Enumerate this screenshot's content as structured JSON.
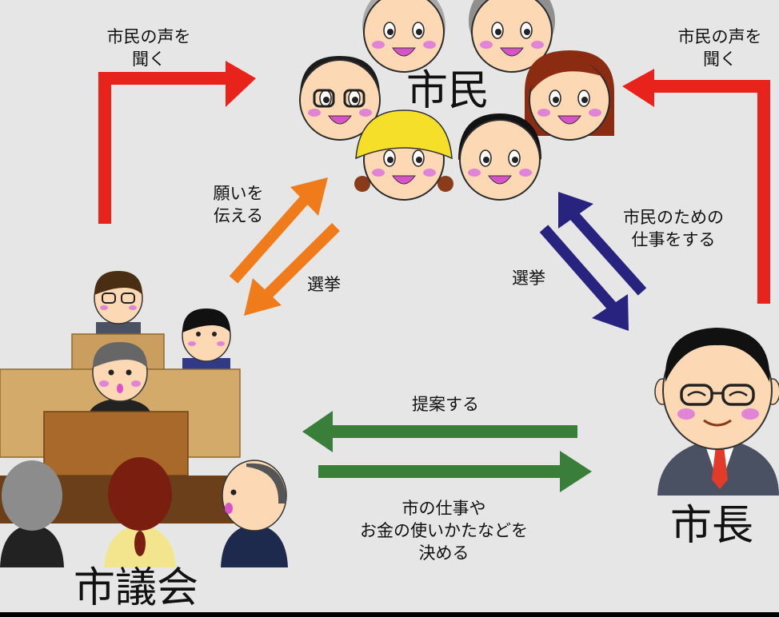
{
  "title_citizens": "市民",
  "title_mayor": "市長",
  "title_council": "市議会",
  "labels": {
    "listen_left": "市民の声を\n聞く",
    "listen_right": "市民の声を\n聞く",
    "wish": "願いを\n伝える",
    "election_left": "選挙",
    "election_right": "選挙",
    "work_for_citizens": "市民のための\n仕事をする",
    "propose": "提案する",
    "decide": "市の仕事や\nお金の使いかたなどを\n決める"
  },
  "colors": {
    "red_arrow": "#e8231b",
    "orange_arrow": "#f07b1a",
    "navy_arrow": "#27237e",
    "green_arrow": "#3a7f39",
    "background": "#e6e6e6"
  }
}
